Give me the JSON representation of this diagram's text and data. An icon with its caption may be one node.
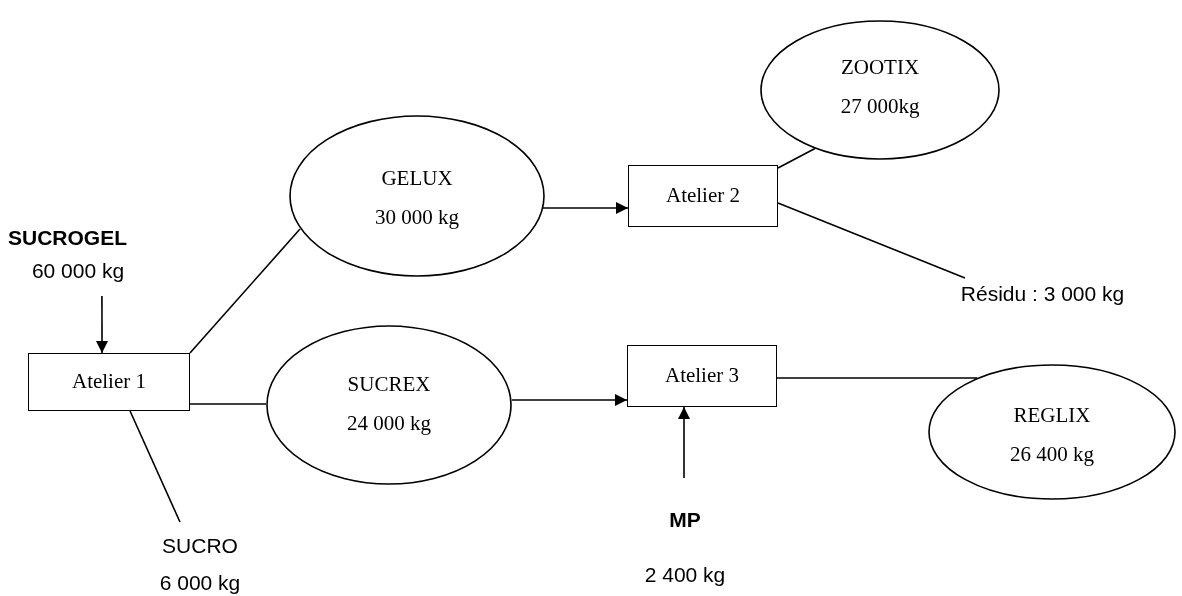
{
  "diagram": {
    "nodes": [
      {
        "text": [
          "SUCROGEL",
          "60 000 kg"
        ]
      },
      {
        "text": [
          "Atelier 1"
        ]
      },
      {
        "text": [
          "GELUX",
          "30 000 kg"
        ]
      },
      {
        "text": [
          "SUCREX",
          "24 000 kg"
        ]
      },
      {
        "text": [
          "SUCRO",
          "6 000 kg"
        ]
      },
      {
        "text": [
          "Atelier 2"
        ]
      },
      {
        "text": [
          "ZOOTIX",
          "27 000kg"
        ]
      },
      {
        "text": [
          "Résidu : 3 000 kg"
        ]
      },
      {
        "text": [
          "Atelier 3"
        ]
      },
      {
        "text": [
          "MP",
          "2 400 kg"
        ]
      },
      {
        "text": [
          "REGLIX",
          "26 400 kg"
        ]
      }
    ],
    "edges": [
      {
        "from": 0,
        "to": 1,
        "arrow": "to"
      },
      {
        "from": 1,
        "to": 2,
        "arrow": "none"
      },
      {
        "from": 1,
        "to": 3,
        "arrow": "none"
      },
      {
        "from": 1,
        "to": 4,
        "arrow": "none"
      },
      {
        "from": 2,
        "to": 5,
        "arrow": "to"
      },
      {
        "from": 5,
        "to": 6,
        "arrow": "none"
      },
      {
        "from": 5,
        "to": 7,
        "arrow": "none"
      },
      {
        "from": 3,
        "to": 8,
        "arrow": "to"
      },
      {
        "from": 9,
        "to": 8,
        "arrow": "to"
      },
      {
        "from": 8,
        "to": 10,
        "arrow": "none"
      }
    ]
  }
}
